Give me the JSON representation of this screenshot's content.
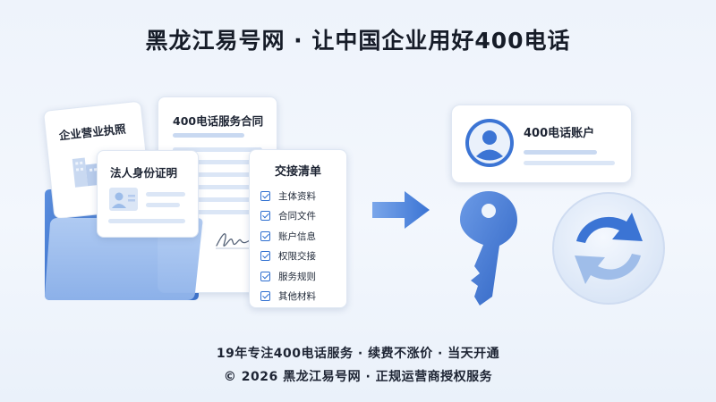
{
  "header": {
    "title": "黑龙江易号网 · 让中国企业用好400电话"
  },
  "documents": {
    "business_license": "企业营业执照",
    "id_proof": "法人身份证明",
    "contract": "400电话服务合同",
    "checklist": {
      "title": "交接清单",
      "items": [
        "主体资料",
        "合同文件",
        "账户信息",
        "权限交接",
        "服务规则",
        "其他材料"
      ]
    }
  },
  "account_card": {
    "label": "400电话账户"
  },
  "icons": [
    "folder-icon",
    "signature-icon",
    "arrow-right-icon",
    "key-icon",
    "user-avatar-icon",
    "sync-icon"
  ],
  "colors": {
    "accent": "#2f6fd0",
    "light_blue": "#dbe6f6"
  },
  "footer": {
    "tagline": "19年专注400电话服务 · 续费不涨价 · 当天开通",
    "copyright": "© 2026 黑龙江易号网 · 正规运营商授权服务"
  }
}
